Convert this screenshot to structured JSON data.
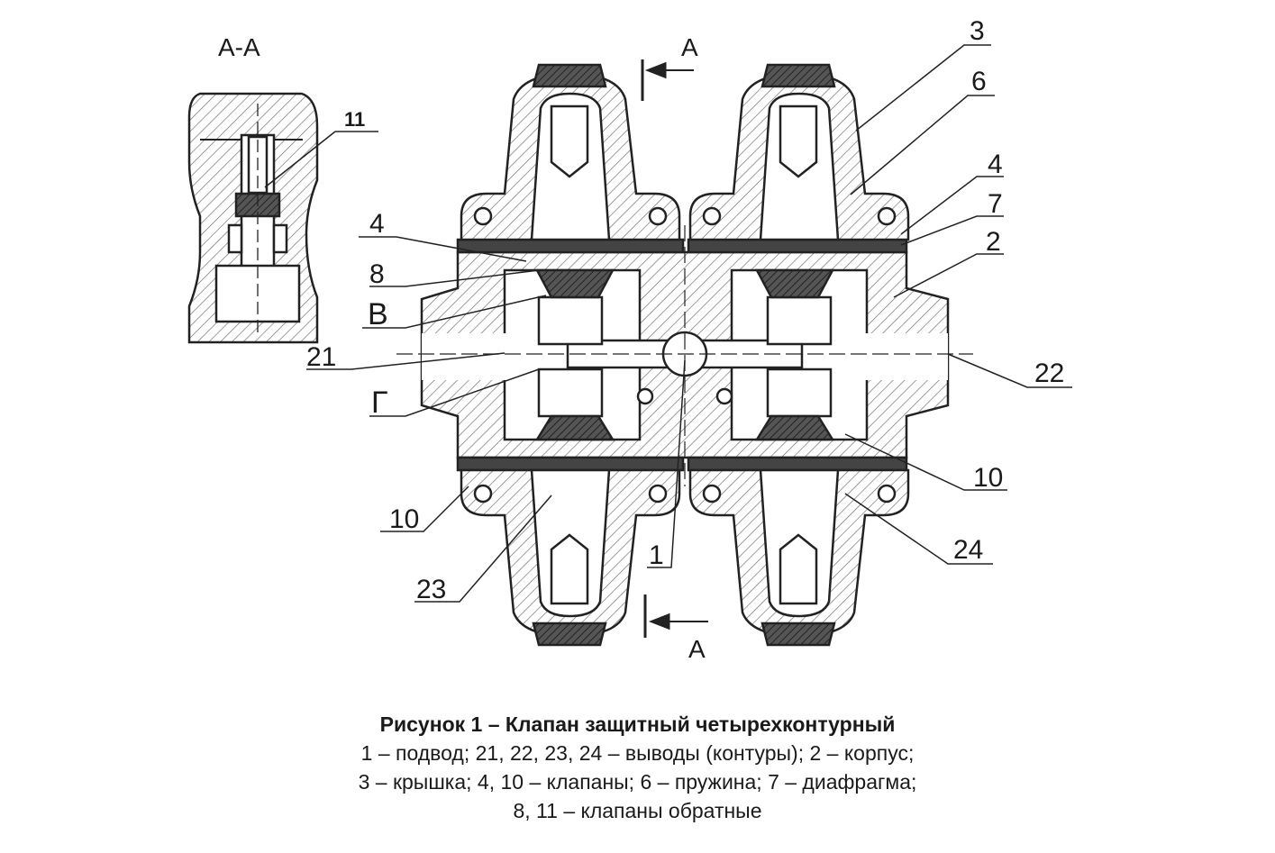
{
  "section_title": "А-А",
  "section_markers": {
    "top": "А",
    "bottom": "А"
  },
  "labels": {
    "n11": "11",
    "n4_left": "4",
    "n8": "8",
    "nB": "В",
    "n21": "21",
    "nG": "Г",
    "n10_left": "10",
    "n23": "23",
    "n1": "1",
    "n3": "3",
    "n6": "6",
    "n4_right": "4",
    "n7": "7",
    "n2": "2",
    "n22": "22",
    "n10_right": "10",
    "n24": "24"
  },
  "caption": {
    "title": "Рисунок 1 – Клапан защитный четырехконтурный",
    "line1": "1 – подвод; 21, 22, 23, 24 – выводы (контуры); 2 – корпус;",
    "line2": "3 – крышка; 4, 10 – клапаны; 6 – пружина; 7 – диафрагма;",
    "line3": "8, 11 – клапаны обратные"
  }
}
